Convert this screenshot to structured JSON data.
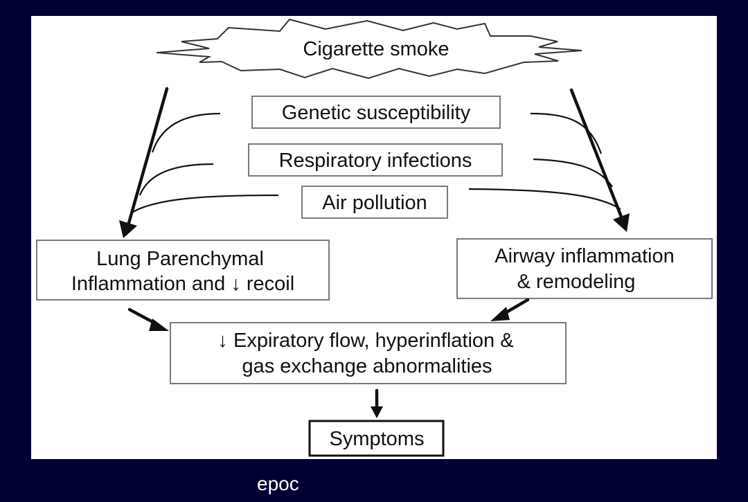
{
  "colors": {
    "background": "#000033",
    "panel": "#ffffff",
    "ink": "#111111",
    "box_border": "#7a7a7a",
    "caption_text": "#ffffff"
  },
  "diagram": {
    "root": "Cigarette smoke",
    "modifiers": [
      "Genetic susceptibility",
      "Respiratory infections",
      "Air pollution"
    ],
    "left_outcome": {
      "line1": "Lung Parenchymal",
      "line2": "Inflammation and ↓ recoil"
    },
    "right_outcome": {
      "line1": "Airway inflammation",
      "line2": "& remodeling"
    },
    "combined_outcome": {
      "line1": "↓ Expiratory flow,  hyperinflation &",
      "line2": "gas exchange abnormalities"
    },
    "final_outcome": "Symptoms"
  },
  "caption": "epoc"
}
